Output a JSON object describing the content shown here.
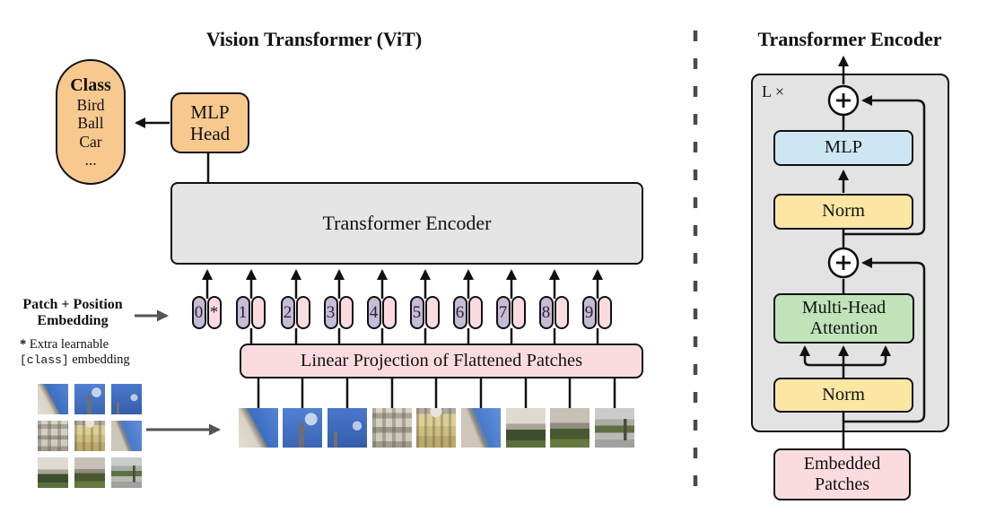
{
  "left_panel": {
    "title": "Vision Transformer (ViT)",
    "class_bubble": {
      "heading": "Class",
      "items": [
        "Bird",
        "Ball",
        "Car",
        "..."
      ]
    },
    "mlp_head": {
      "line1": "MLP",
      "line2": "Head"
    },
    "encoder_label": "Transformer Encoder",
    "embedding_label": {
      "line1": "Patch + Position",
      "line2": "Embedding"
    },
    "footnote": {
      "star": "*",
      "text1": "Extra learnable",
      "class_token": "[class]",
      "text2": "embedding"
    },
    "projection_label": "Linear Projection of Flattened Patches",
    "tokens": [
      {
        "label": "0",
        "extra": "*"
      },
      {
        "label": "1",
        "extra": ""
      },
      {
        "label": "2",
        "extra": ""
      },
      {
        "label": "3",
        "extra": ""
      },
      {
        "label": "4",
        "extra": ""
      },
      {
        "label": "5",
        "extra": ""
      },
      {
        "label": "6",
        "extra": ""
      },
      {
        "label": "7",
        "extra": ""
      },
      {
        "label": "8",
        "extra": ""
      },
      {
        "label": "9",
        "extra": ""
      }
    ],
    "patches": {
      "grid_rows": 3,
      "grid_cols": 3,
      "items": [
        {
          "class": "p1",
          "name": "building-corner-sky"
        },
        {
          "class": "p2",
          "name": "sky-with-spire"
        },
        {
          "class": "p3",
          "name": "blue-sky"
        },
        {
          "class": "p4",
          "name": "white-facade"
        },
        {
          "class": "p5",
          "name": "yellow-facade-dome"
        },
        {
          "class": "p6",
          "name": "facade-and-sky"
        },
        {
          "class": "p7",
          "name": "building-hedge"
        },
        {
          "class": "p8",
          "name": "facade-hedge"
        },
        {
          "class": "p9",
          "name": "courtyard-tree"
        }
      ]
    }
  },
  "right_panel": {
    "title": "Transformer Encoder",
    "loop_label": "L ×",
    "plus_symbol": "+",
    "mlp_label": "MLP",
    "norm1_label": "Norm",
    "mha": {
      "line1": "Multi-Head",
      "line2": "Attention"
    },
    "norm2_label": "Norm",
    "embedded": {
      "line1": "Embedded",
      "line2": "Patches"
    }
  },
  "colors": {
    "accent_orange": "#f8c98e",
    "token_purple": "#c7bbd6",
    "patch_pink": "#fadce0",
    "box_gray": "#e5e5e5",
    "mlp_blue": "#cde6f4",
    "norm_yellow": "#fbe7a3",
    "attention_green": "#c0e3ba",
    "line_black": "#111111",
    "divider_gray": "#4a4a4a",
    "arrow_gray": "#555555"
  }
}
